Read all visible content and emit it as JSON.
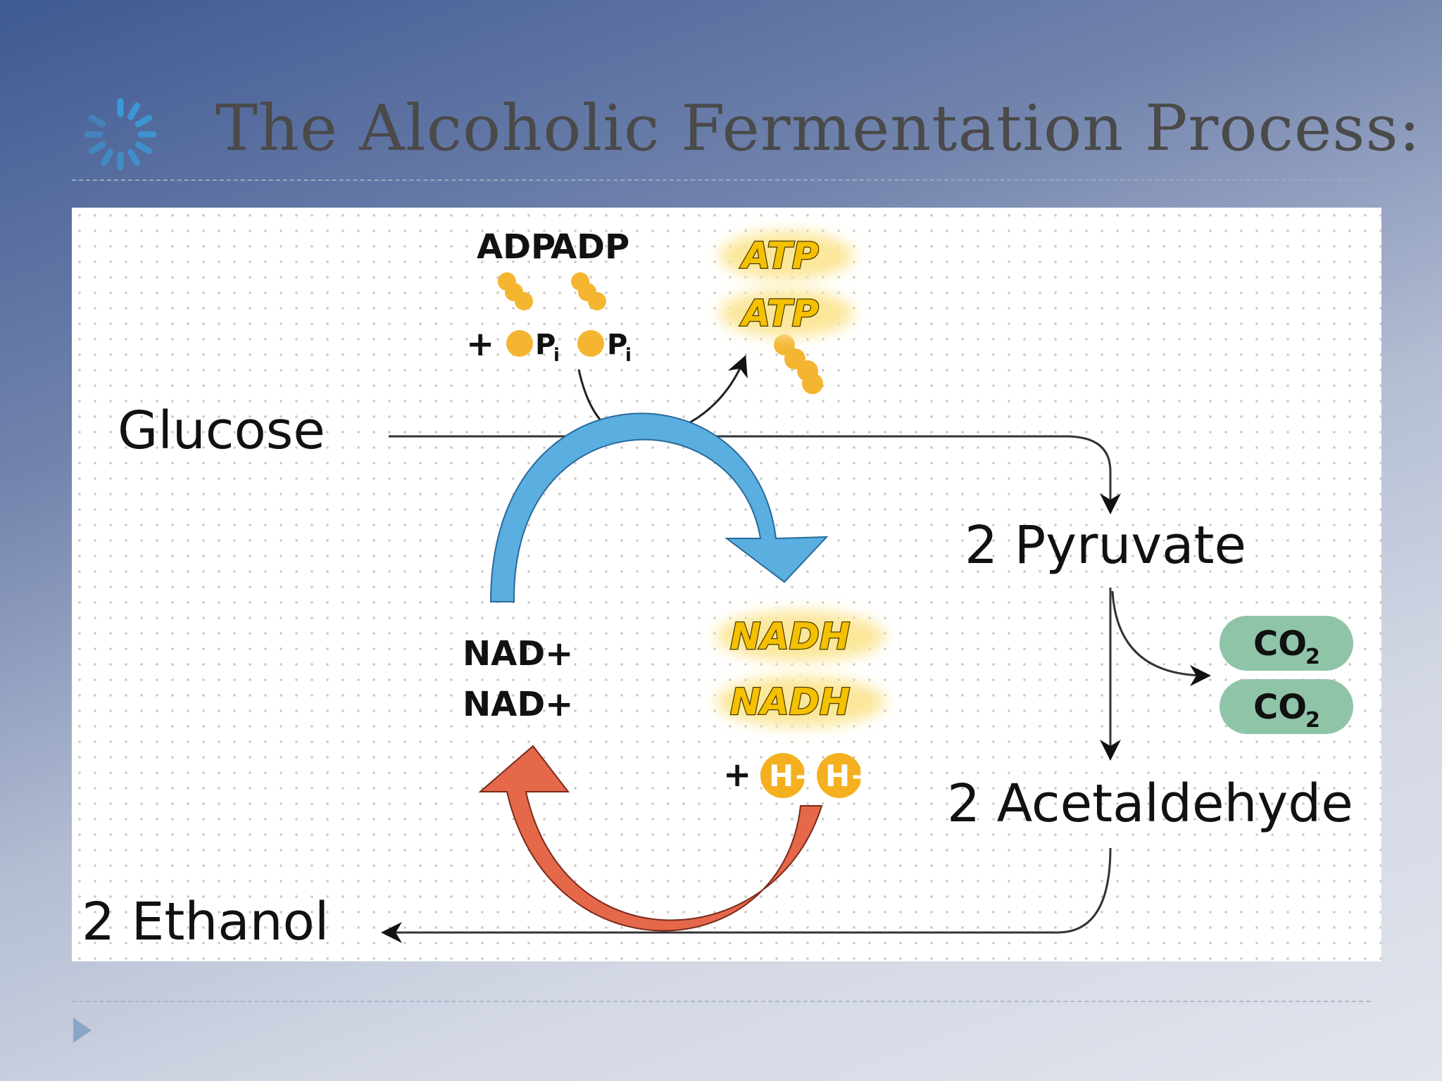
{
  "slide": {
    "title": "The Alcoholic Fermentation Process:"
  },
  "diagram": {
    "glucose": "Glucose",
    "pyruvate": "2 Pyruvate",
    "acetaldehyde": "2 Acetaldehyde",
    "ethanol": "2 Ethanol",
    "adp_1": "ADP",
    "adp_2": "ADP",
    "plus_pi": "+",
    "pi_1": "P",
    "pi_1_sub": "i",
    "pi_2": "P",
    "pi_2_sub": "i",
    "atp_1": "ATP",
    "atp_2": "ATP",
    "nad_1": "NAD+",
    "nad_2": "NAD+",
    "nadh_1": "NADH",
    "nadh_2": "NADH",
    "plus_h": "+",
    "h_1": "H+",
    "h_2": "H+",
    "co2_1": "CO",
    "co2_1_sub": "2",
    "co2_2": "CO",
    "co2_2_sub": "2"
  },
  "colors": {
    "title_text": "#4a4a4a",
    "phosphate_orange": "#f4b531",
    "atp_yellow": "#f5c000",
    "blue_arrow": "#5aaee0",
    "red_arrow": "#e5684a",
    "co2_green": "#8fc4a8",
    "icon_blue": "#3a9ad9"
  },
  "icons": {
    "title_bullet": "loading-spinner-icon",
    "footer_bullet": "triangle-right-icon"
  }
}
